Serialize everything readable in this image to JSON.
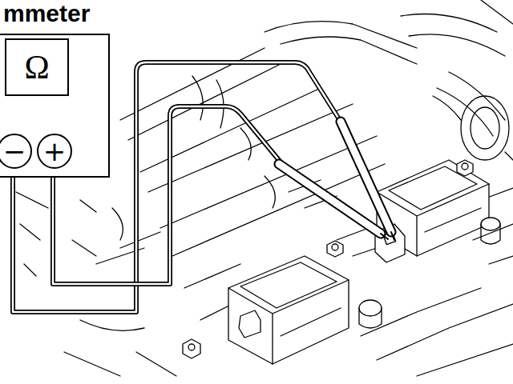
{
  "diagram": {
    "nodes": [
      {
        "text": [
          "mmeter"
        ]
      },
      {
        "text": [
          "Ω"
        ],
        "in": 0
      },
      {
        "text": [
          "−"
        ],
        "in": 0
      },
      {
        "text": [
          "+"
        ],
        "in": 0
      }
    ]
  }
}
